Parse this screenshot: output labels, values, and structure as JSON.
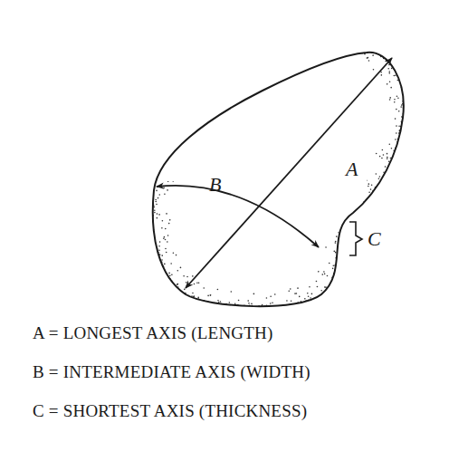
{
  "diagram": {
    "labels": [
      "A",
      "B",
      "C",
      "A = LONGEST AXIS (LENGTH)",
      "B = INTERMEDIATE AXIS (WIDTH)",
      "C = SHORTEST AXIS (THICKNESS)"
    ]
  }
}
